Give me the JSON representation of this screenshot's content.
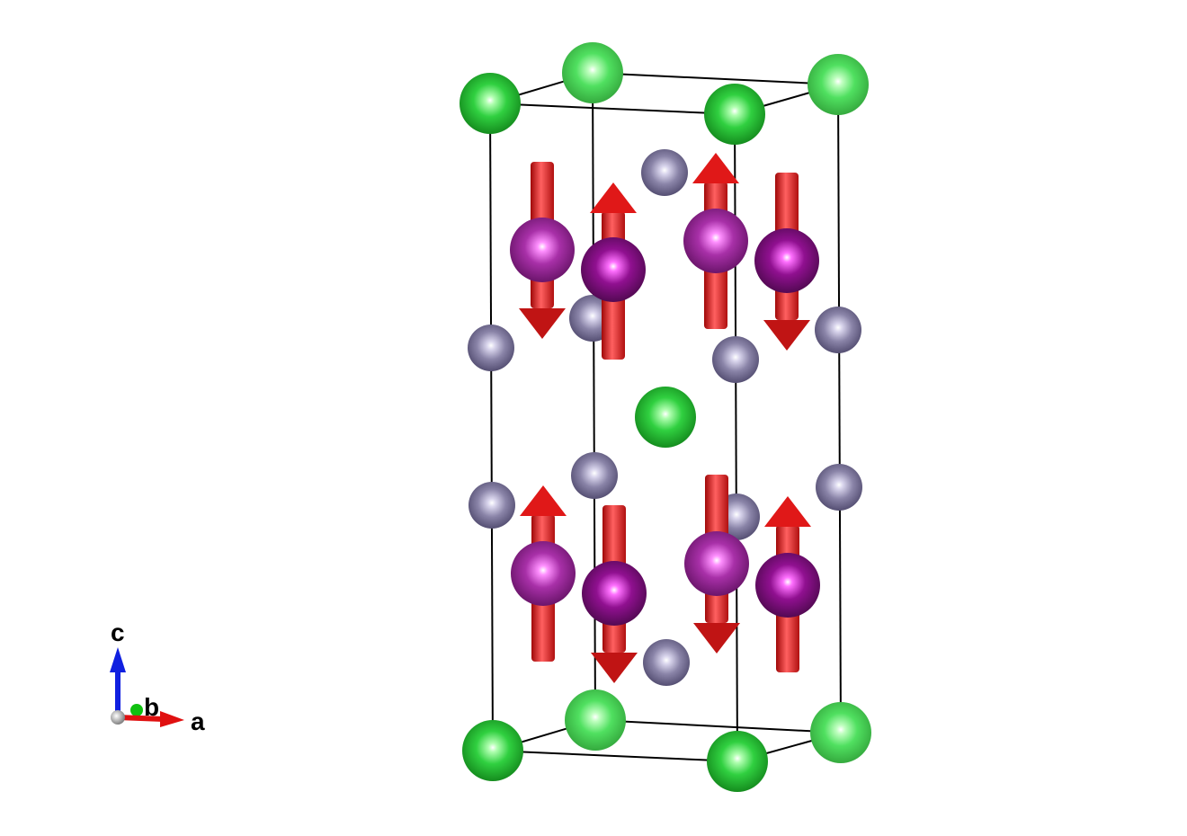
{
  "axes": {
    "a_label": "a",
    "b_label": "b",
    "c_label": "c"
  },
  "colors": {
    "a_axis": "#e01010",
    "b_axis": "#10c010",
    "c_axis": "#1020e0",
    "cell_edge": "#000000",
    "green_atom": "#20d030",
    "grey_atom": "#807898",
    "purple_atom": "#a020a0",
    "moment_arrow": "#e82020"
  },
  "magnetic_moments": [
    "down",
    "up",
    "up",
    "down",
    "up",
    "down",
    "down",
    "up"
  ]
}
